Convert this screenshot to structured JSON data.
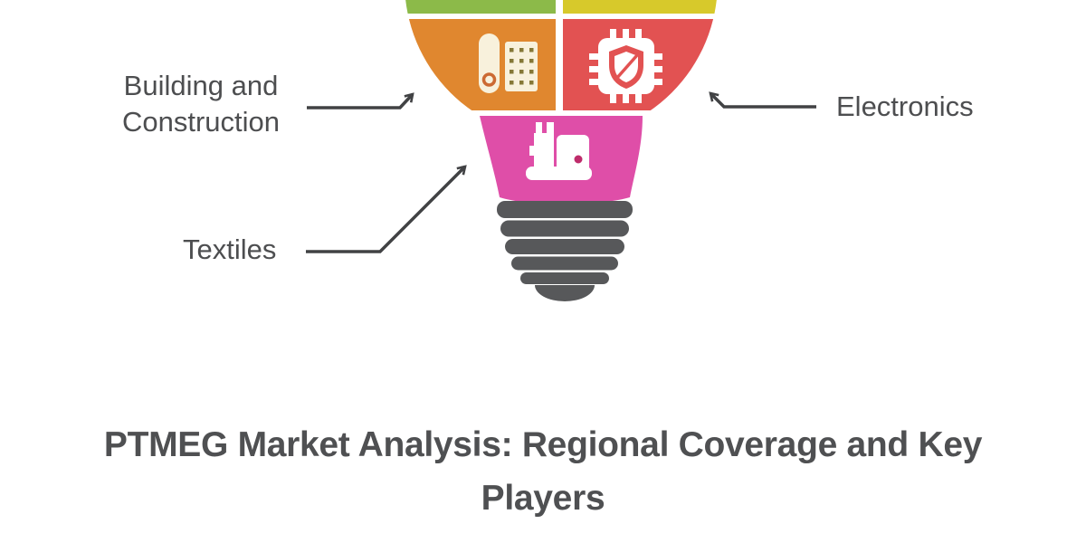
{
  "title": {
    "line1": "PTMEG Market Analysis: Regional Coverage and Key",
    "line2": "Players"
  },
  "segments": [
    {
      "id": "top-left-partial",
      "color": "#8CBA49"
    },
    {
      "id": "top-right-partial",
      "color": "#D7C92B"
    },
    {
      "id": "building-construction",
      "label": "Building and Construction",
      "color": "#E0872F",
      "icon": "building-windows-icon"
    },
    {
      "id": "electronics",
      "label": "Electronics",
      "color": "#E25252",
      "icon": "cpu-shield-icon"
    },
    {
      "id": "textiles",
      "label": "Textiles",
      "color": "#DF4EA8",
      "icon": "sewing-machine-icon"
    }
  ],
  "colors": {
    "background": "#FFFFFF",
    "bulb_base_gray": "#57585A",
    "arrow": "#414244",
    "label_text": "#4D4E50",
    "title_text": "#4F5052",
    "icon_white": "#FFFFFF",
    "phone_icon_fill": "#F8F1DC",
    "phone_keypad_dots": "#857837",
    "phone_ring": "#CC6A33",
    "sewing_machine_dot": "#BE2C6B"
  }
}
